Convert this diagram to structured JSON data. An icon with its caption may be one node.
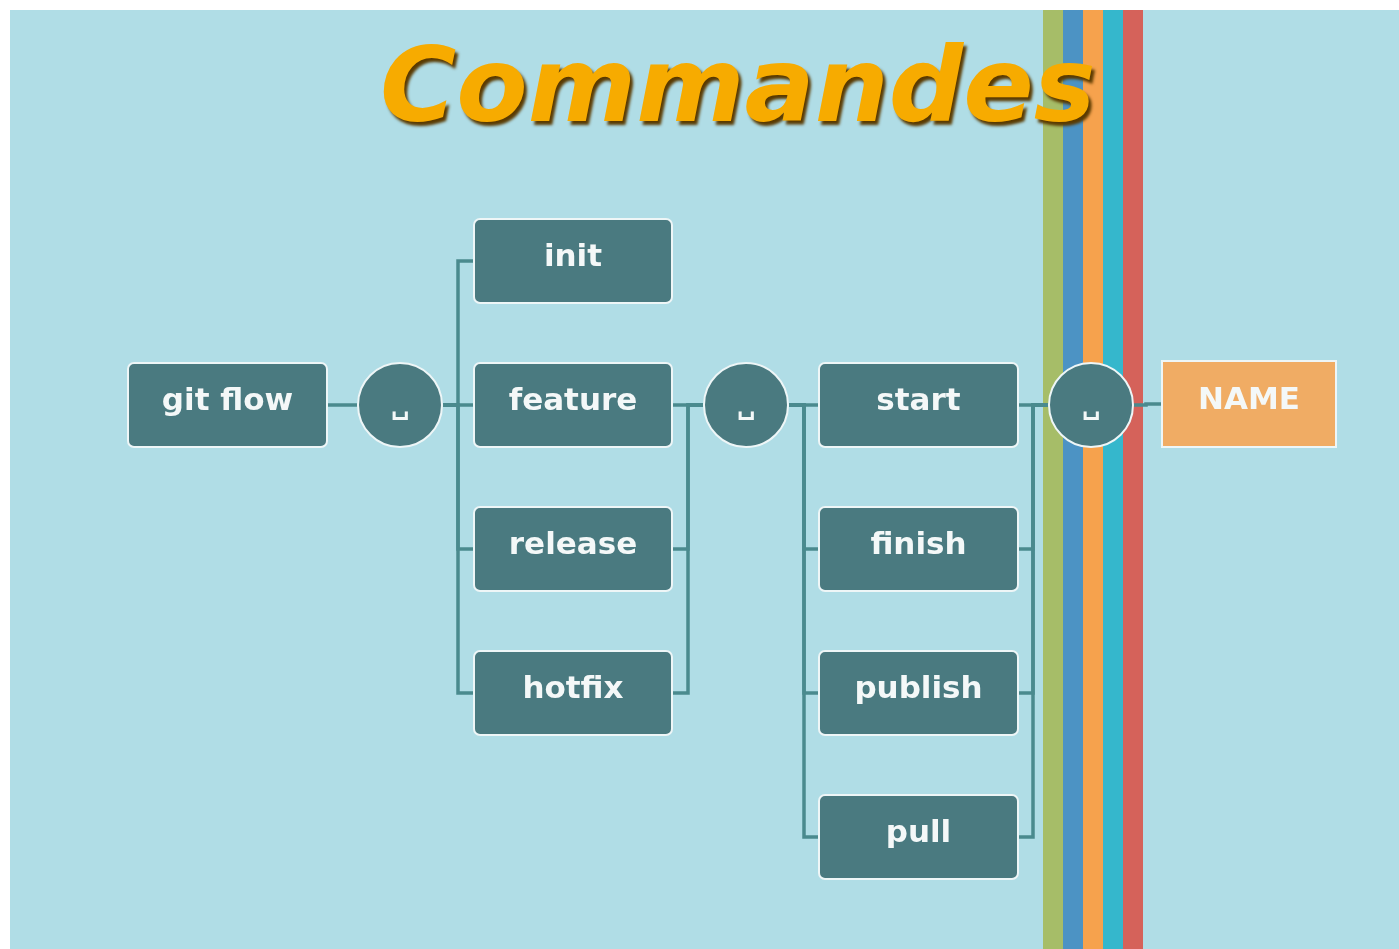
{
  "diagram": {
    "title": "Commandes",
    "nodes": [
      {
        "text": [
          "git flow"
        ]
      },
      {
        "text": [
          "␣"
        ]
      },
      {
        "text": [
          "init"
        ]
      },
      {
        "text": [
          "feature"
        ]
      },
      {
        "text": [
          "release"
        ]
      },
      {
        "text": [
          "hotfix"
        ]
      },
      {
        "text": [
          "␣"
        ]
      },
      {
        "text": [
          "start"
        ]
      },
      {
        "text": [
          "finish"
        ]
      },
      {
        "text": [
          "publish"
        ]
      },
      {
        "text": [
          "pull"
        ]
      },
      {
        "text": [
          "␣"
        ]
      },
      {
        "text": [
          "NAME"
        ]
      }
    ],
    "edges": [
      {
        "from": 0,
        "to": 1,
        "arrow": "none"
      },
      {
        "from": 1,
        "to": 2,
        "arrow": "none"
      },
      {
        "from": 1,
        "to": 3,
        "arrow": "none"
      },
      {
        "from": 1,
        "to": 4,
        "arrow": "none"
      },
      {
        "from": 1,
        "to": 5,
        "arrow": "none"
      },
      {
        "from": 3,
        "to": 6,
        "arrow": "none"
      },
      {
        "from": 4,
        "to": 6,
        "arrow": "none"
      },
      {
        "from": 5,
        "to": 6,
        "arrow": "none"
      },
      {
        "from": 6,
        "to": 7,
        "arrow": "none"
      },
      {
        "from": 6,
        "to": 8,
        "arrow": "none"
      },
      {
        "from": 6,
        "to": 9,
        "arrow": "none"
      },
      {
        "from": 6,
        "to": 10,
        "arrow": "none"
      },
      {
        "from": 7,
        "to": 11,
        "arrow": "none"
      },
      {
        "from": 8,
        "to": 11,
        "arrow": "none"
      },
      {
        "from": 9,
        "to": 11,
        "arrow": "none"
      },
      {
        "from": 10,
        "to": 11,
        "arrow": "none"
      },
      {
        "from": 11,
        "to": 12,
        "arrow": "none"
      }
    ]
  }
}
